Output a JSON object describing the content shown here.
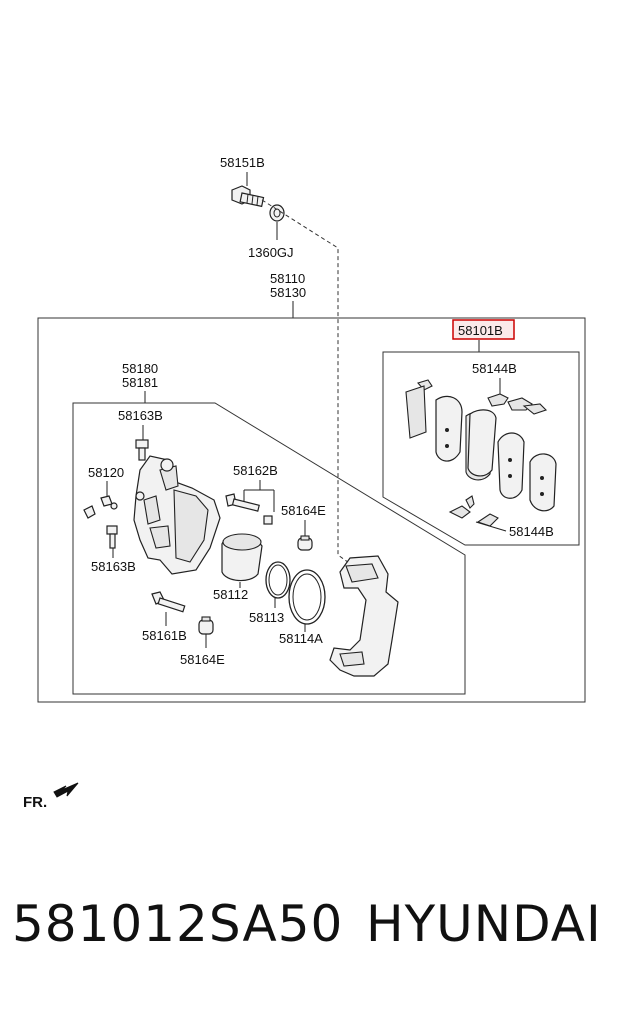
{
  "diagram": {
    "labels": {
      "bolt_top": "58151B",
      "washer": "1360GJ",
      "assembly_a": "58110",
      "assembly_b": "58130",
      "pad_kit": "58101B",
      "pad_clip_top": "58144B",
      "pad_clip_bottom": "58144B",
      "caliper_a": "58180",
      "caliper_b": "58181",
      "bleeder_top": "58163B",
      "bleeder_cap": "58120",
      "guide_pin_set": "58162B",
      "boot_right": "58164E",
      "bleeder_bottom": "58163B",
      "piston": "58112",
      "piston_seal": "58113",
      "piston_boot": "58114A",
      "guide_bolt": "58161B",
      "boot_bottom": "58164E"
    },
    "front_indicator": "FR.",
    "highlight_color": "#cc0000"
  },
  "caption": {
    "part_number": "581012SA50",
    "brand": "HYUNDAI"
  }
}
